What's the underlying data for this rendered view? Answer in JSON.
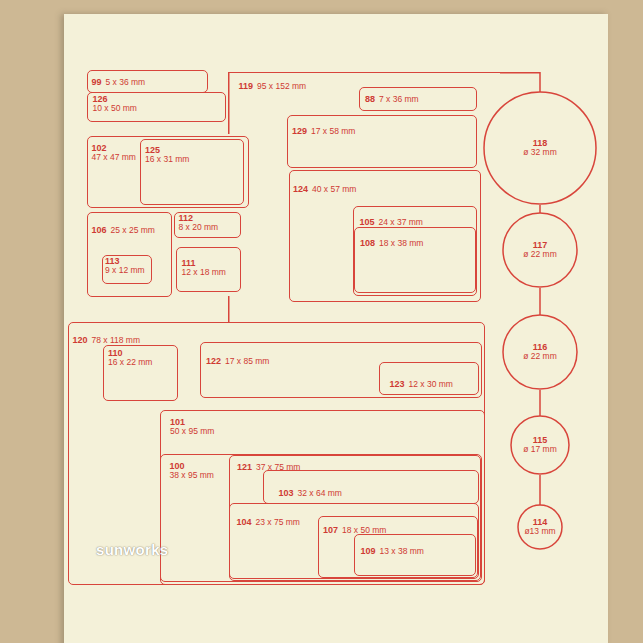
{
  "diagram": {
    "nodes": [
      {
        "text": [
          "99",
          "5 x 36 mm"
        ]
      },
      {
        "text": [
          "126",
          "10 x 50 mm"
        ]
      },
      {
        "text": [
          "102",
          "47 x 47 mm"
        ]
      },
      {
        "text": [
          "125",
          "16 x 31 mm"
        ],
        "in": 2
      },
      {
        "text": [
          "106",
          "25 x 25 mm"
        ]
      },
      {
        "text": [
          "113",
          "9 x 12 mm"
        ],
        "in": 4
      },
      {
        "text": [
          "112",
          "8 x 20 mm"
        ]
      },
      {
        "text": [
          "111",
          "12 x 18 mm"
        ]
      },
      {
        "text": [
          "119",
          "95 x 152 mm"
        ]
      },
      {
        "text": [
          "88",
          "7 x 36 mm"
        ],
        "in": 8
      },
      {
        "text": [
          "129",
          "17 x 58 mm"
        ],
        "in": 8
      },
      {
        "text": [
          "124",
          "40 x 57 mm"
        ],
        "in": 8
      },
      {
        "text": [
          "105",
          "24 x 37 mm"
        ],
        "in": 11
      },
      {
        "text": [
          "108",
          "18 x 38 mm"
        ],
        "in": 12
      },
      {
        "text": [
          "118",
          "ø 32 mm"
        ]
      },
      {
        "text": [
          "117",
          "ø 22 mm"
        ]
      },
      {
        "text": [
          "116",
          "ø 22 mm"
        ]
      },
      {
        "text": [
          "115",
          "ø 17 mm"
        ]
      },
      {
        "text": [
          "114",
          "ø13 mm"
        ]
      },
      {
        "text": [
          "120",
          "78 x 118 mm"
        ]
      },
      {
        "text": [
          "110",
          "16 x 22 mm"
        ],
        "in": 19
      },
      {
        "text": [
          "122",
          "17 x 85 mm"
        ],
        "in": 19
      },
      {
        "text": [
          "123",
          "12 x 30 mm"
        ],
        "in": 21
      },
      {
        "text": [
          "101",
          "50 x 95 mm"
        ],
        "in": 19
      },
      {
        "text": [
          "100",
          "38 x 95 mm"
        ],
        "in": 23
      },
      {
        "text": [
          "121",
          "37 x 75 mm"
        ],
        "in": 24
      },
      {
        "text": [
          "103",
          "32 x 64 mm"
        ],
        "in": 25
      },
      {
        "text": [
          "104",
          "23 x 75 mm"
        ],
        "in": 25
      },
      {
        "text": [
          "107",
          "18 x 50 mm"
        ],
        "in": 27
      },
      {
        "text": [
          "109",
          "13 x 38 mm"
        ],
        "in": 28
      }
    ],
    "edges": [
      {
        "from": 8,
        "to": 14,
        "arrow": "none"
      },
      {
        "from": 14,
        "to": 15,
        "arrow": "none"
      },
      {
        "from": 15,
        "to": 16,
        "arrow": "none"
      },
      {
        "from": 16,
        "to": 17,
        "arrow": "none"
      },
      {
        "from": 17,
        "to": 18,
        "arrow": "none"
      }
    ],
    "labels": [
      "sunworks"
    ]
  }
}
